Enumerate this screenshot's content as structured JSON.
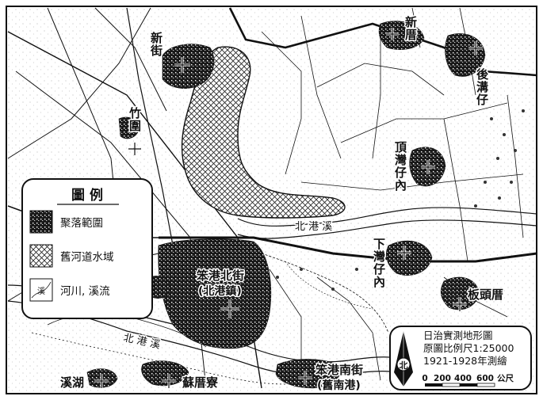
{
  "map": {
    "places": {
      "xinjie": "新街",
      "xincuo": "新厝",
      "houqingzi": "後溝仔",
      "zhuwei": "竹圍",
      "dingzhuzinei": "頂灣仔內",
      "xiazhuzinei": "下灣仔內",
      "bantoucuo": "板頭厝",
      "benggang_north": "笨港北街",
      "benggang_north_alt": "(北港鎮)",
      "benggang_south": "笨港南街",
      "benggang_south_alt": "(舊南港)",
      "xihu": "溪湖",
      "sucuoliao": "蘇厝寮"
    },
    "river_labels": {
      "upper": "北 港 溪",
      "lower": "北 港 溪"
    }
  },
  "legend": {
    "title": "圖 例",
    "items": [
      {
        "label": "聚落範圍",
        "pattern": "settlement"
      },
      {
        "label": "舊河道水域",
        "pattern": "crosshatch"
      },
      {
        "label": "河川, 溪流",
        "pattern": "river",
        "swatch_text": "溪"
      }
    ]
  },
  "info": {
    "line1": "日治實測地形圖",
    "line2": "原圖比例尺1:25000",
    "line3": "1921-1928年測繪",
    "north_char": "北",
    "scale_ticks": [
      "0",
      "200",
      "400",
      "600"
    ],
    "scale_unit": "公尺"
  },
  "colors": {
    "ink": "#111111",
    "paper": "#ffffff",
    "hatch": "#222222"
  }
}
